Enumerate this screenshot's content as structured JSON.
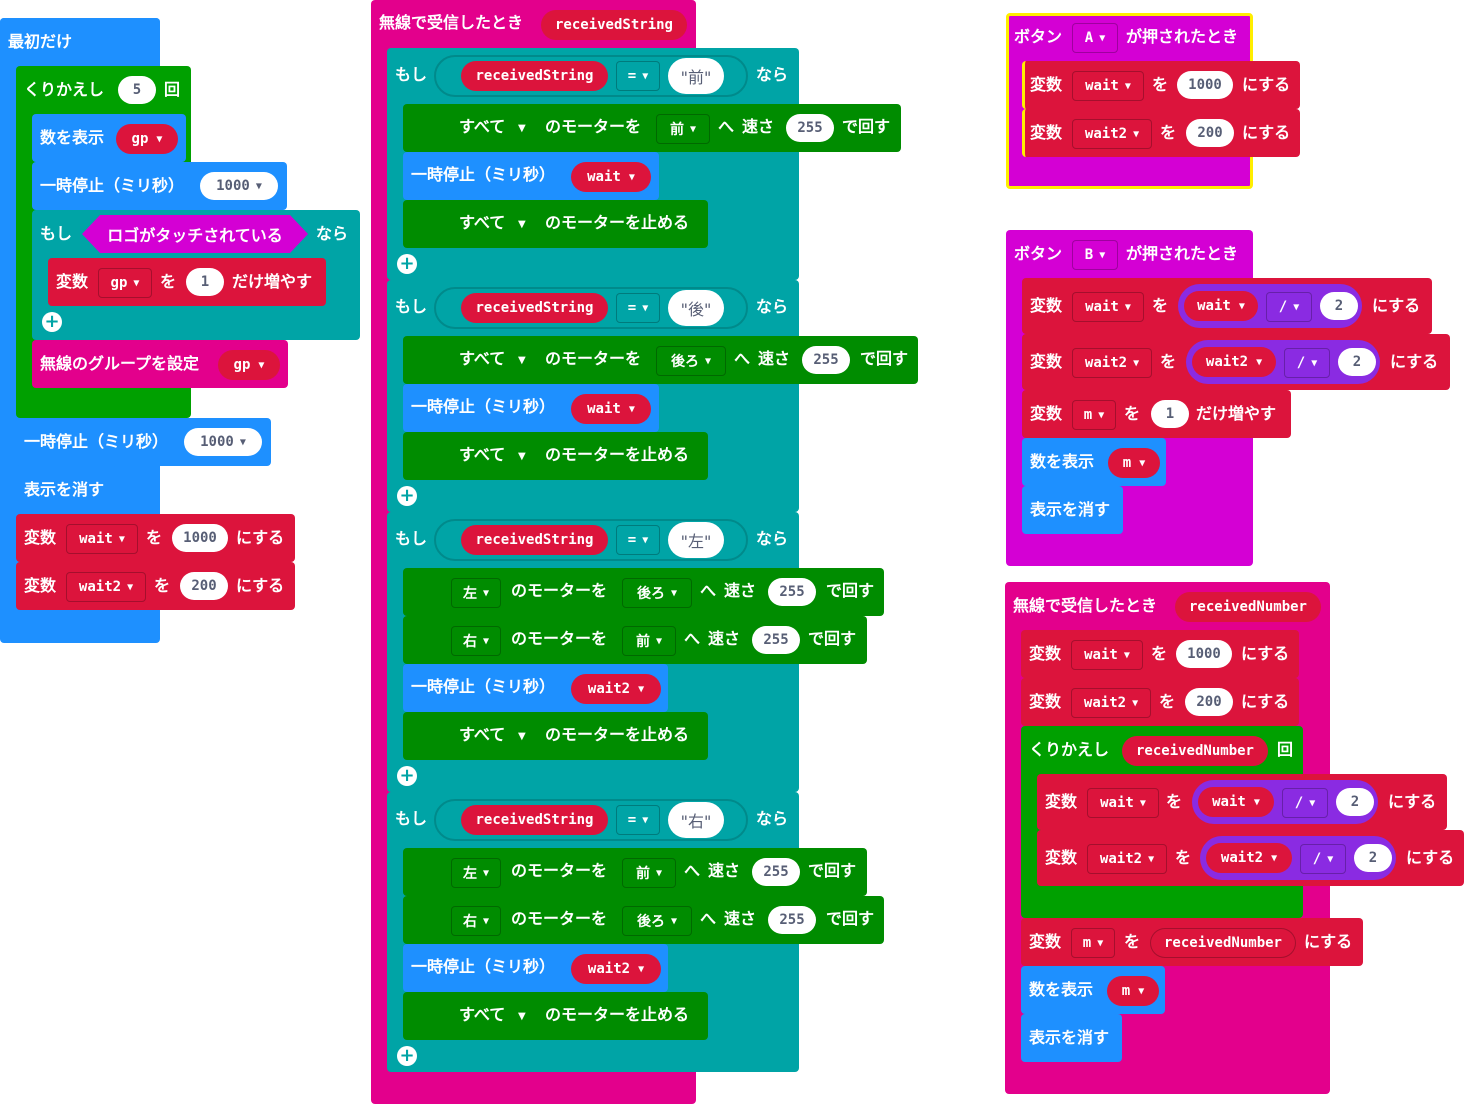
{
  "colors": {
    "basic": "#1e90ff",
    "variables": "#dc143c",
    "logic": "#00a4a6",
    "loops": "#00a000",
    "motors": "#008c00",
    "radio": "#e3008c",
    "input": "#d400d4",
    "math": "#8a2be2",
    "selection": "#ffee00"
  },
  "icons": {
    "add": "plus-circle-icon",
    "dropdown": "dropdown-triangle-icon"
  },
  "t": {
    "on_start": "最初だけ",
    "repeat": "くりかえし",
    "times": "回",
    "show_number": "数を表示",
    "pause": "一時停止（ミリ秒）",
    "if": "もし",
    "then": "なら",
    "logo_touched": "ロゴがタッチされている",
    "variable": "変数",
    "wo": "を",
    "change_by": "だけ増やす",
    "set_to": "にする",
    "set_group": "無線のグループを設定",
    "clear_screen": "表示を消す",
    "on_received": "無線で受信したとき",
    "all": "すべて",
    "motor_of": "のモーターを",
    "to": "へ",
    "speed": "速さ",
    "spin": "で回す",
    "stop_all": "のモーターを止める",
    "button": "ボタン",
    "pressed": "が押されたとき",
    "left": "左",
    "right": "右",
    "forward": "前",
    "backward": "後ろ",
    "eq": "=",
    "div": "/",
    "dd_arrow": "▼",
    "plus": "+"
  },
  "v": {
    "gp": "gp",
    "wait": "wait",
    "wait2": "wait2",
    "m": "m",
    "receivedString": "receivedString",
    "receivedNumber": "receivedNumber",
    "n5": "5",
    "n1": "1",
    "n2": "2",
    "n200": "200",
    "n255": "255",
    "n1000": "1000",
    "btnA": "A",
    "btnB": "B",
    "s_forward": "\"前\"",
    "s_back": "\"後\"",
    "s_left": "\"左\"",
    "s_right": "\"右\""
  }
}
